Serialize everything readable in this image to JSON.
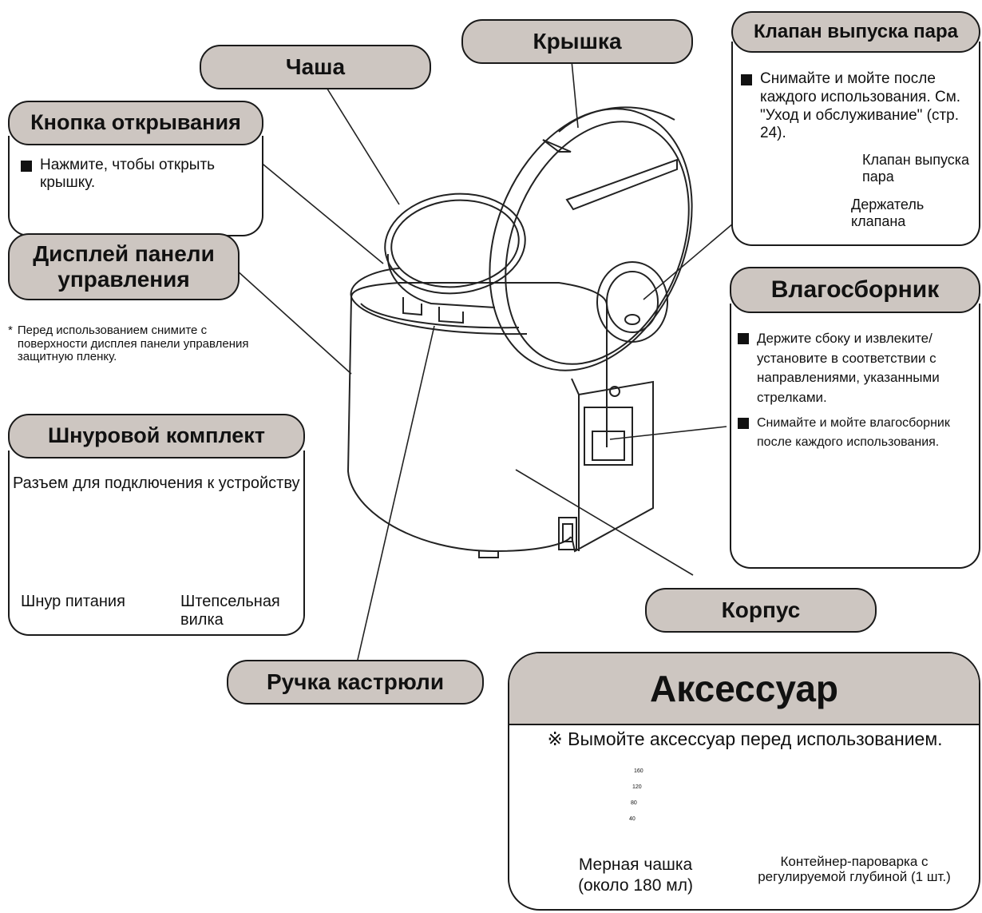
{
  "labels": {
    "chasha": "Чаша",
    "kryshka": "Крышка",
    "knopka": "Кнопка открывания",
    "knopka_note": "Нажмите, чтобы открыть крышку.",
    "displey": "Дисплей панели управления",
    "displey_note_star": "*",
    "displey_note": "Перед использованием снимите с поверхности дисплея панели управления защитную пленку.",
    "shnur_title": "Шнуровой комплект",
    "shnur_connector": "Разъем для подключения к устройству",
    "shnur_cord": "Шнур питания",
    "shnur_plug": "Штепсельная вилка",
    "ruchka": "Ручка кастрюли",
    "korpus": "Корпус"
  },
  "valve": {
    "title": "Клапан выпуска пара",
    "note": "Снимайте и мойте после каждого использования. См. \"Уход и обслуживание\" (стр. 24).",
    "label_valve": "Клапан выпуска пара",
    "label_holder": "Держатель клапана"
  },
  "vlago": {
    "title": "Влагосборник",
    "note1": "Держите сбоку и извлеките/ установите в соответствии с направлениями, указанными стрелками.",
    "note2": "Снимайте и мойте влагосборник после каждого использования."
  },
  "accessory": {
    "title": "Аксессуар",
    "note": "※ Вымойте аксессуар перед использованием.",
    "cup_label": "Мерная чашка (около 180 мл)",
    "cup_marks": [
      "160",
      "120",
      "80",
      "40"
    ],
    "steamer_label": "Контейнер-пароварка с регулируемой глубиной (1 шт.)"
  },
  "colors": {
    "pill": "#cdc6c1",
    "ink": "#1a1a1a"
  }
}
